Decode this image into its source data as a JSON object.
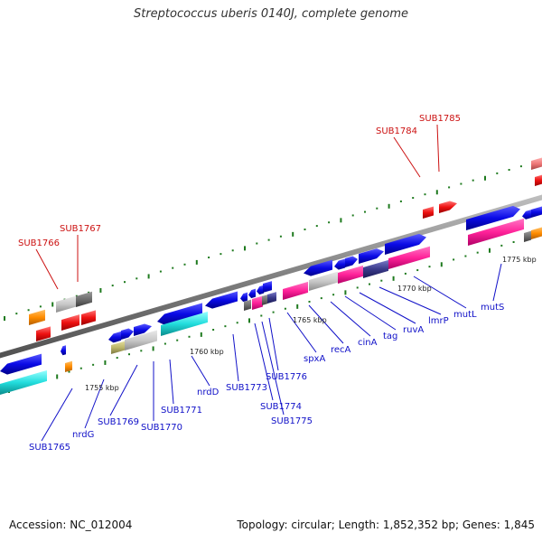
{
  "title": "Streptococcus uberis 0140J, complete genome",
  "footer": {
    "accession": "Accession: NC_012004",
    "summary": "Topology: circular; Length: 1,852,352 bp; Genes: 1,845"
  },
  "colors": {
    "backbone": "#8a8a8a",
    "tick": "#1e7a1e",
    "cds": "#0a0ae6",
    "label_blue": "#1010c8",
    "label_red": "#cc1111",
    "red": "#ee1111",
    "orange": "#ff8c00",
    "grey": "#6e6e6e",
    "light_grey": "#c8c8c8",
    "magenta": "#ff2299",
    "cyan": "#22dddd",
    "olive": "#bdb76b",
    "navy": "#3a3a8a",
    "pink": "#ee7777"
  },
  "scale_labels": [
    "1755 kbp",
    "1760 kbp",
    "1765 kbp",
    "1770 kbp",
    "1775 kbp"
  ],
  "gene_labels": [
    {
      "text": "SUB1765",
      "color": "blue"
    },
    {
      "text": "nrdG",
      "color": "blue"
    },
    {
      "text": "SUB1769",
      "color": "blue"
    },
    {
      "text": "SUB1770",
      "color": "blue"
    },
    {
      "text": "SUB1771",
      "color": "blue"
    },
    {
      "text": "nrdD",
      "color": "blue"
    },
    {
      "text": "SUB1773",
      "color": "blue"
    },
    {
      "text": "SUB1774",
      "color": "blue"
    },
    {
      "text": "SUB1775",
      "color": "blue"
    },
    {
      "text": "SUB1776",
      "color": "blue"
    },
    {
      "text": "spxA",
      "color": "blue"
    },
    {
      "text": "recA",
      "color": "blue"
    },
    {
      "text": "cinA",
      "color": "blue"
    },
    {
      "text": "tag",
      "color": "blue"
    },
    {
      "text": "ruvA",
      "color": "blue"
    },
    {
      "text": "lmrP",
      "color": "blue"
    },
    {
      "text": "mutL",
      "color": "blue"
    },
    {
      "text": "mutS",
      "color": "blue"
    },
    {
      "text": "SUB1766",
      "color": "red"
    },
    {
      "text": "SUB1767",
      "color": "red"
    },
    {
      "text": "SUB1784",
      "color": "red"
    },
    {
      "text": "SUB1785",
      "color": "red"
    }
  ]
}
